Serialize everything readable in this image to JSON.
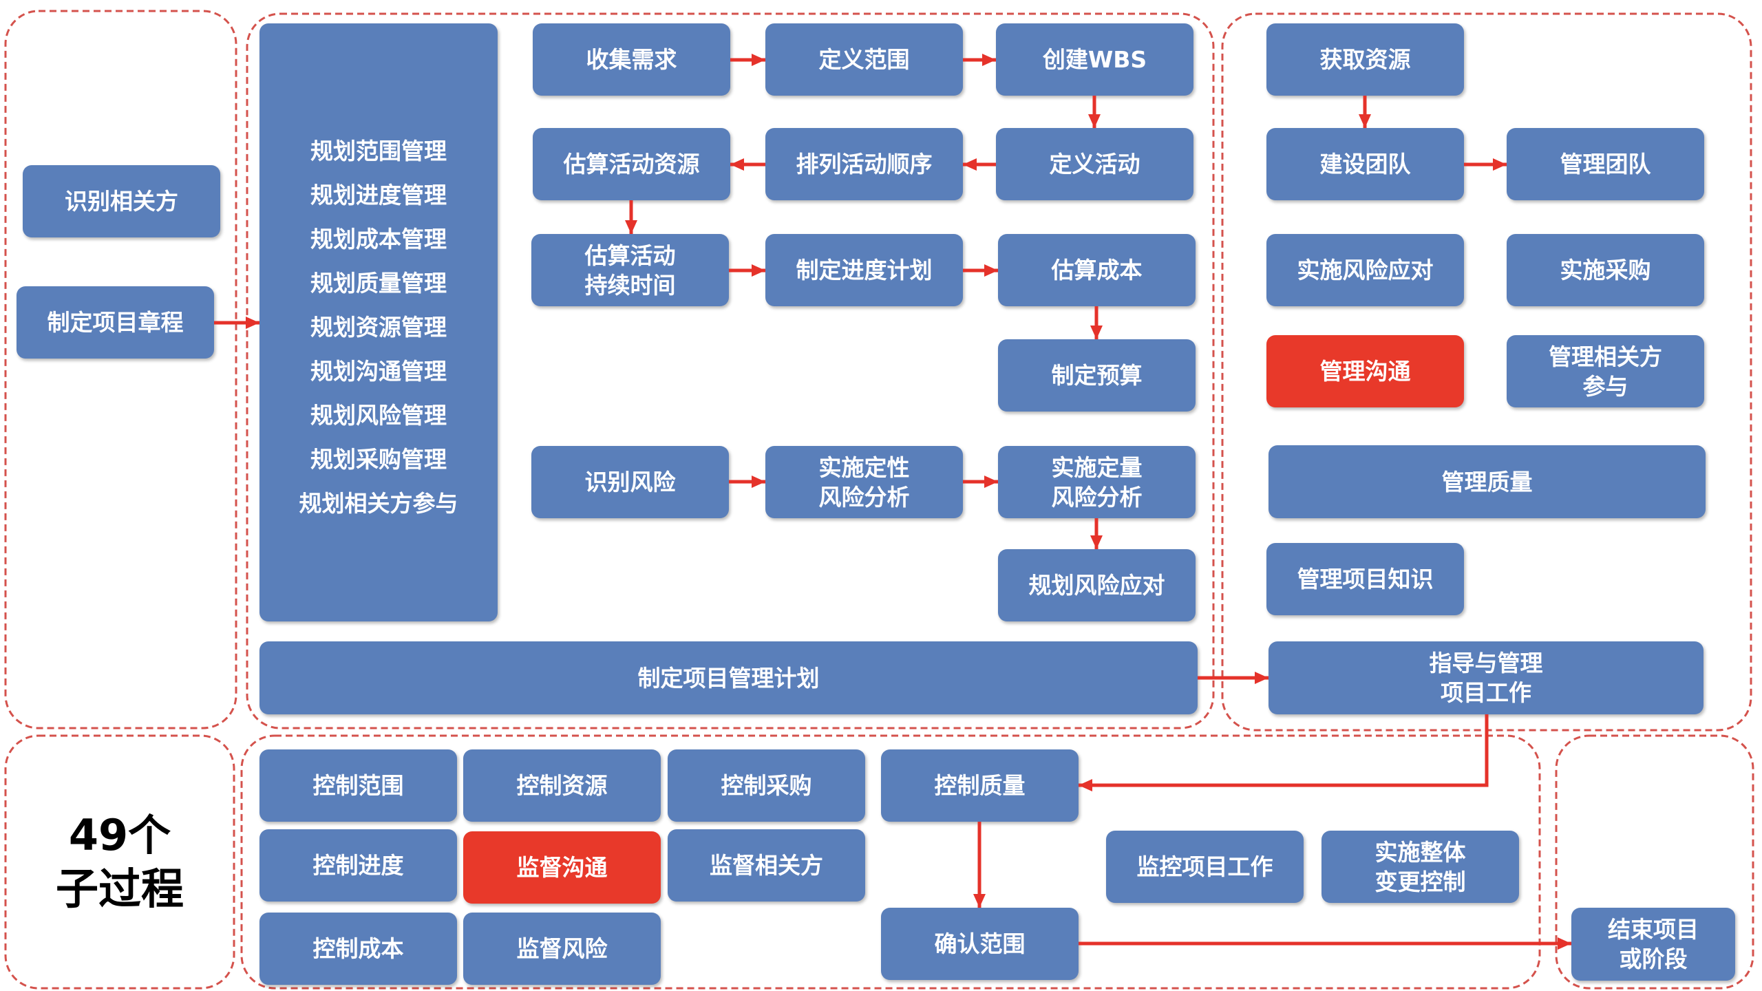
{
  "colors": {
    "box": "#5a7fba",
    "highlight": "#e8392a",
    "arrow": "#e5322a",
    "group_border": "#d4524c",
    "text": "#ffffff",
    "summary_text": "#000000"
  },
  "initiating": {
    "identify_stakeholders": "识别相关方",
    "develop_charter": "制定项目章程"
  },
  "planning": {
    "plan_management_items": [
      "规划范围管理",
      "规划进度管理",
      "规划成本管理",
      "规划质量管理",
      "规划资源管理",
      "规划沟通管理",
      "规划风险管理",
      "规划采购管理",
      "规划相关方参与"
    ],
    "collect_requirements": "收集需求",
    "define_scope": "定义范围",
    "create_wbs": "创建WBS",
    "define_activities": "定义活动",
    "sequence_activities": "排列活动顺序",
    "estimate_resources": "估算活动资源",
    "estimate_durations": "估算活动\n持续时间",
    "develop_schedule": "制定进度计划",
    "estimate_costs": "估算成本",
    "determine_budget": "制定预算",
    "identify_risks": "识别风险",
    "qualitative_risk": "实施定性\n风险分析",
    "quantitative_risk": "实施定量\n风险分析",
    "plan_risk_responses": "规划风险应对",
    "develop_pm_plan": "制定项目管理计划"
  },
  "executing": {
    "acquire_resources": "获取资源",
    "develop_team": "建设团队",
    "manage_team": "管理团队",
    "implement_risk_responses": "实施风险应对",
    "conduct_procurements": "实施采购",
    "manage_communications": "管理沟通",
    "manage_stakeholder_engagement": "管理相关方\n参与",
    "manage_quality": "管理质量",
    "manage_knowledge": "管理项目知识",
    "direct_manage_work": "指导与管理\n项目工作"
  },
  "monitoring": {
    "control_scope": "控制范围",
    "control_resources": "控制资源",
    "control_procurements": "控制采购",
    "control_quality": "控制质量",
    "control_schedule": "控制进度",
    "monitor_communications": "监督沟通",
    "monitor_stakeholder_engagement": "监督相关方",
    "monitor_control_work": "监控项目工作",
    "integrated_change_control": "实施整体\n变更控制",
    "control_costs": "控制成本",
    "monitor_risks": "监督风险",
    "validate_scope": "确认范围"
  },
  "closing": {
    "close_project": "结束项目\n或阶段"
  },
  "summary": {
    "count_label": "49个\n子过程"
  }
}
